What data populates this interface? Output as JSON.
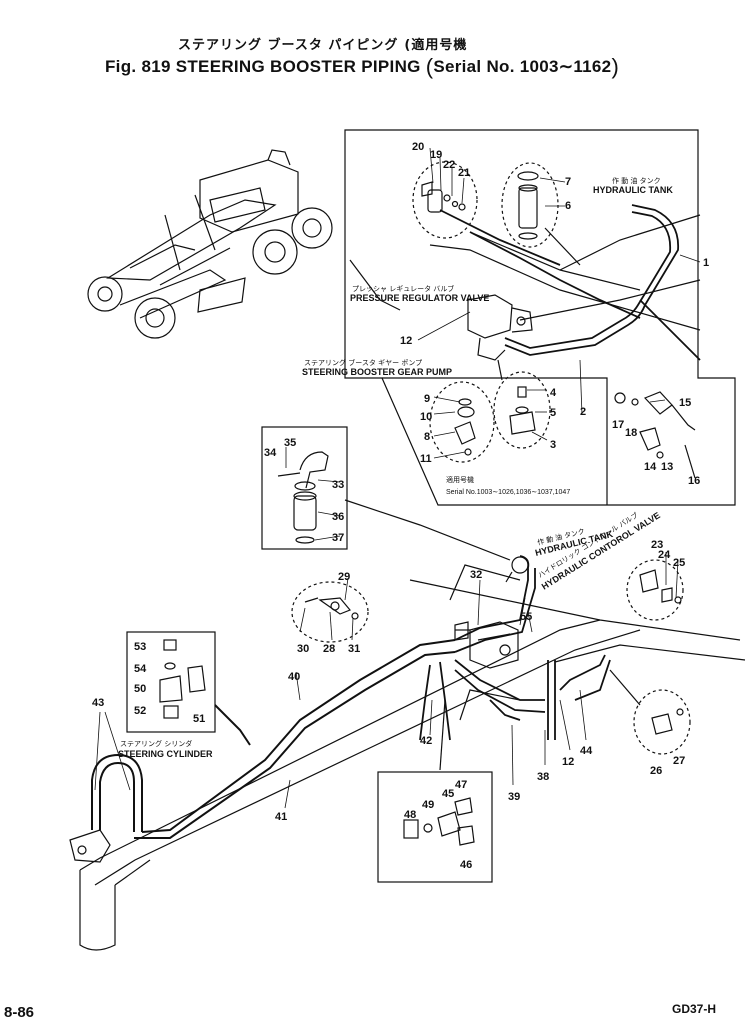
{
  "title": {
    "jp_main": "ステアリング ブースタ パイピング",
    "jp_sub": "(適用号機",
    "fig": "Fig. 819",
    "name": "STEERING BOOSTER PIPING",
    "serial": "Serial No. 1003∼1162"
  },
  "captions": {
    "hydraulic_tank_jp": "作 動 油 タンク",
    "hydraulic_tank": "HYDRAULIC TANK",
    "pressure_valve_jp": "プレッシャ レギュレータ バルブ",
    "pressure_valve": "PRESSURE REGULATOR VALVE",
    "gear_pump_jp": "ステアリング ブースタ ギヤー ポンプ",
    "gear_pump": "STEERING BOOSTER GEAR PUMP",
    "serial_jp": "適用号機",
    "serial_note": "Serial No.1003∼1026,1036∼1037,1047",
    "tank2_jp": "作 動 油 タンク",
    "tank2": "HYDRAULIC TANK",
    "control_valve_jp": "ハイドロリック コントロール バルブ",
    "control_valve": "HYDRAULIC CONTOROL VALVE",
    "cylinder_jp": "ステアリング シリンダ",
    "cylinder": "STEERING CYLINDER"
  },
  "labels": {
    "n1": "1",
    "n2": "2",
    "n3": "3",
    "n4": "4",
    "n5": "5",
    "n6": "6",
    "n7": "7",
    "n8": "8",
    "n9": "9",
    "n10": "10",
    "n11": "11",
    "n12": "12",
    "n12b": "12",
    "n13": "13",
    "n14": "14",
    "n15": "15",
    "n16": "16",
    "n17": "17",
    "n18": "18",
    "n19": "19",
    "n20": "20",
    "n21": "21",
    "n22": "22",
    "n23": "23",
    "n24": "24",
    "n25": "25",
    "n26": "26",
    "n27": "27",
    "n28": "28",
    "n29": "29",
    "n30": "30",
    "n31": "31",
    "n32": "32",
    "n33": "33",
    "n34": "34",
    "n35": "35",
    "n36": "36",
    "n37": "37",
    "n38": "38",
    "n39": "39",
    "n40": "40",
    "n41": "41",
    "n42": "42",
    "n43": "43",
    "n44": "44",
    "n45": "45",
    "n46": "46",
    "n47": "47",
    "n48": "48",
    "n49": "49",
    "n50": "50",
    "n51": "51",
    "n52": "52",
    "n53": "53",
    "n54": "54",
    "n55": "55"
  },
  "footer": {
    "page": "8-86",
    "code": "GD37-H"
  }
}
